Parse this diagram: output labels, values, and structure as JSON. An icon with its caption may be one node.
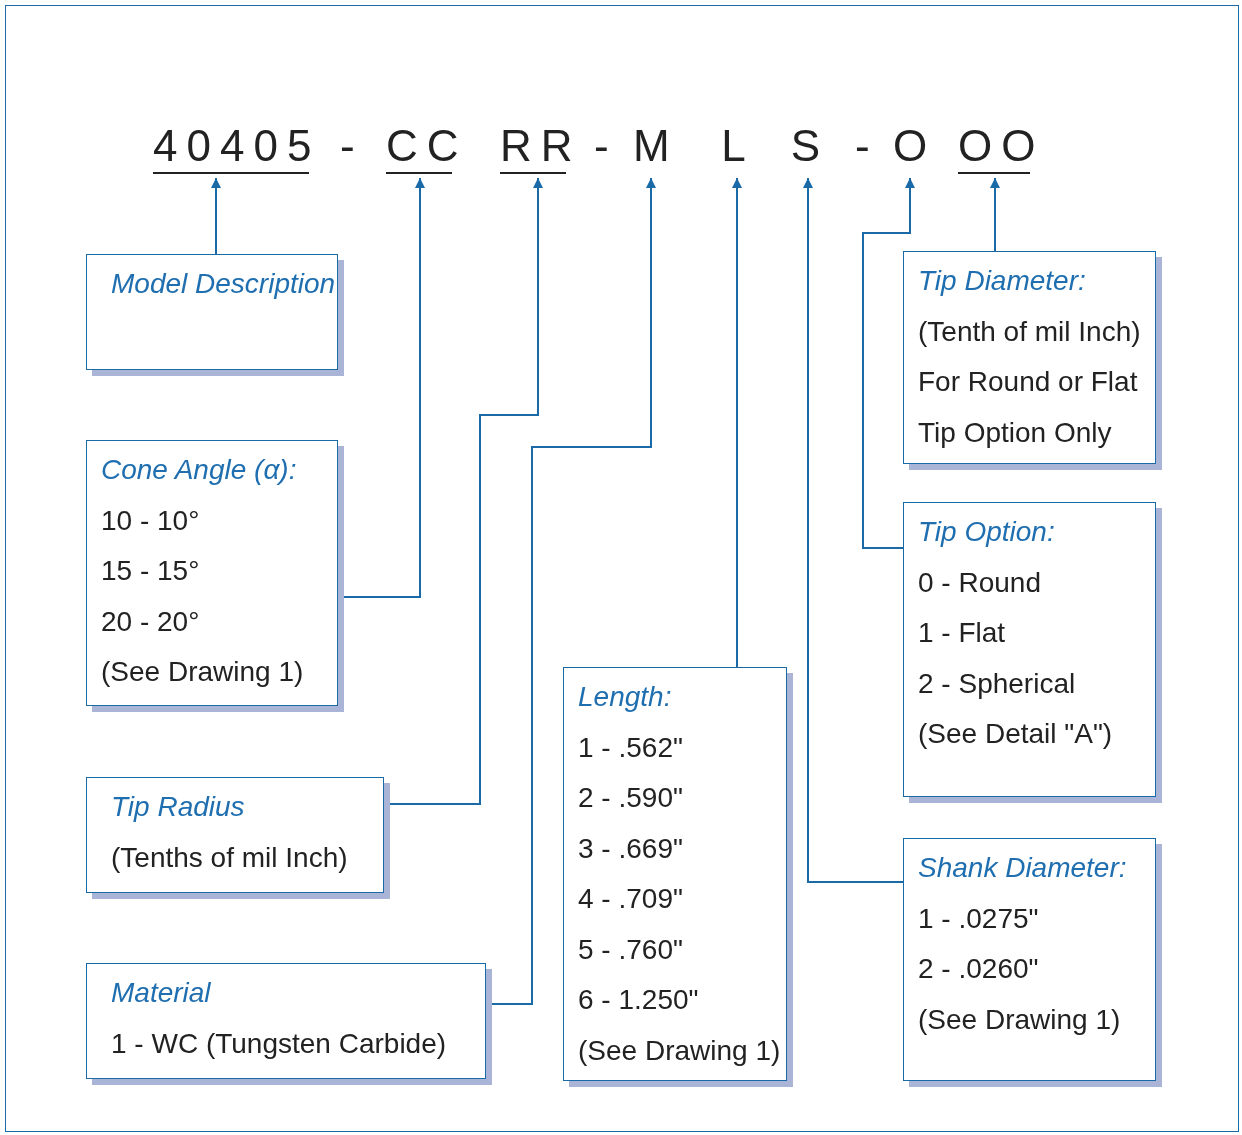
{
  "diagram": {
    "nodes": [
      {
        "text": [
          "40405"
        ]
      },
      {
        "text": [
          "CC"
        ]
      },
      {
        "text": [
          "RR"
        ]
      },
      {
        "text": [
          "M"
        ]
      },
      {
        "text": [
          "L"
        ]
      },
      {
        "text": [
          "S"
        ]
      },
      {
        "text": [
          "O"
        ]
      },
      {
        "text": [
          "OO"
        ]
      },
      {
        "text": [
          "Model Description"
        ]
      },
      {
        "text": [
          "Cone Angle (α):",
          "10 - 10°",
          "15 - 15°",
          "20 - 20°",
          "(See Drawing 1)"
        ]
      },
      {
        "text": [
          "Tip Radius",
          "(Tenths of mil Inch)"
        ]
      },
      {
        "text": [
          "Material",
          "1 - WC (Tungsten Carbide)"
        ]
      },
      {
        "text": [
          "Length:",
          "1 - .562\"",
          "2 - .590\"",
          "3 - .669\"",
          "4 - .709\"",
          "5 - .760\"",
          "6 - 1.250\"",
          "(See Drawing 1)"
        ]
      },
      {
        "text": [
          "Tip Diameter:",
          "(Tenth of mil Inch)",
          "For Round or Flat",
          "Tip Option Only"
        ]
      },
      {
        "text": [
          "Tip Option:",
          "0 - Round",
          "1 - Flat",
          "2 - Spherical",
          "(See Detail \"A\")"
        ]
      },
      {
        "text": [
          "Shank Diameter:",
          "1 - .0275\"",
          "2 - .0260\"",
          "(See Drawing 1)"
        ]
      }
    ],
    "edges": [
      {
        "from": 8,
        "to": 0,
        "arrow": "to"
      },
      {
        "from": 9,
        "to": 1,
        "arrow": "to"
      },
      {
        "from": 10,
        "to": 2,
        "arrow": "to"
      },
      {
        "from": 11,
        "to": 3,
        "arrow": "to"
      },
      {
        "from": 12,
        "to": 4,
        "arrow": "to"
      },
      {
        "from": 15,
        "to": 5,
        "arrow": "to"
      },
      {
        "from": 14,
        "to": 6,
        "arrow": "to"
      },
      {
        "from": 13,
        "to": 7,
        "arrow": "to"
      }
    ],
    "labels": [
      "-",
      "-",
      "-"
    ]
  }
}
